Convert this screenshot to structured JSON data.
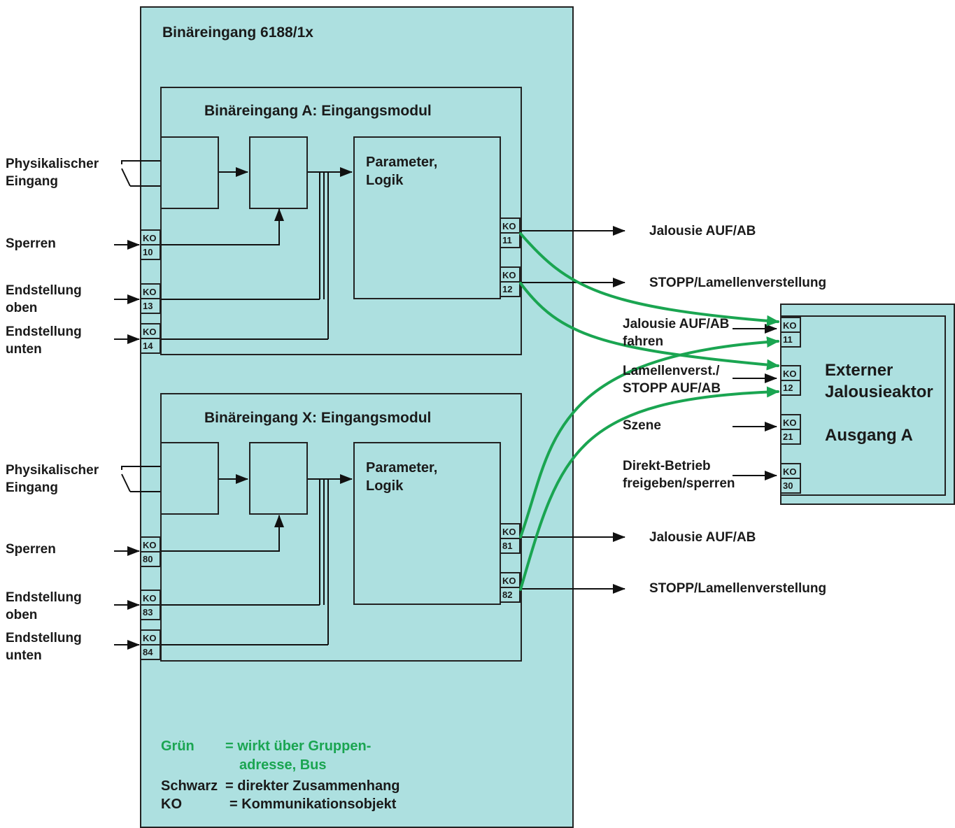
{
  "device": {
    "title": "Binäreingang 6188/1x"
  },
  "module_a": {
    "title": "Binäreingang A: Eingangsmodul",
    "logic_label_1": "Parameter,",
    "logic_label_2": "Logik",
    "inputs": [
      {
        "label_1": "Physikalischer",
        "label_2": "Eingang"
      },
      {
        "label_1": "Sperren",
        "label_2": "",
        "ko": "10"
      },
      {
        "label_1": "Endstellung",
        "label_2": "oben",
        "ko": "13"
      },
      {
        "label_1": "Endstellung",
        "label_2": "unten",
        "ko": "14"
      }
    ],
    "outputs": [
      {
        "ko": "11",
        "label": "Jalousie AUF/AB"
      },
      {
        "ko": "12",
        "label": "STOPP/Lamellenverstellung"
      }
    ]
  },
  "module_x": {
    "title": "Binäreingang X: Eingangsmodul",
    "logic_label_1": "Parameter,",
    "logic_label_2": "Logik",
    "inputs": [
      {
        "label_1": "Physikalischer",
        "label_2": "Eingang"
      },
      {
        "label_1": "Sperren",
        "label_2": "",
        "ko": "80"
      },
      {
        "label_1": "Endstellung",
        "label_2": "oben",
        "ko": "83"
      },
      {
        "label_1": "Endstellung",
        "label_2": "unten",
        "ko": "84"
      }
    ],
    "outputs": [
      {
        "ko": "81",
        "label": "Jalousie AUF/AB"
      },
      {
        "ko": "82",
        "label": "STOPP/Lamellenverstellung"
      }
    ]
  },
  "actuator": {
    "title_1": "Externer",
    "title_2": "Jalousieaktor",
    "title_3": "Ausgang A",
    "inputs": [
      {
        "ko": "11",
        "label_1": "Jalousie AUF/AB",
        "label_2": "fahren"
      },
      {
        "ko": "12",
        "label_1": "Lamellenverst./",
        "label_2": "STOPP AUF/AB"
      },
      {
        "ko": "21",
        "label_1": "Szene",
        "label_2": ""
      },
      {
        "ko": "30",
        "label_1": "Direkt-Betrieb",
        "label_2": "freigeben/sperren"
      }
    ]
  },
  "ko_prefix": "KO",
  "legend": {
    "green_key": "Grün",
    "green_text_1": "= wirkt über Gruppen-",
    "green_text_2": "adresse, Bus",
    "black_key": "Schwarz",
    "black_text": "= direkter Zusammenhang",
    "ko_key": "KO",
    "ko_text": "= Kommunikationsobjekt"
  },
  "colors": {
    "fill": "#ade0e0",
    "line": "#222222",
    "bus": "#1aa551"
  }
}
